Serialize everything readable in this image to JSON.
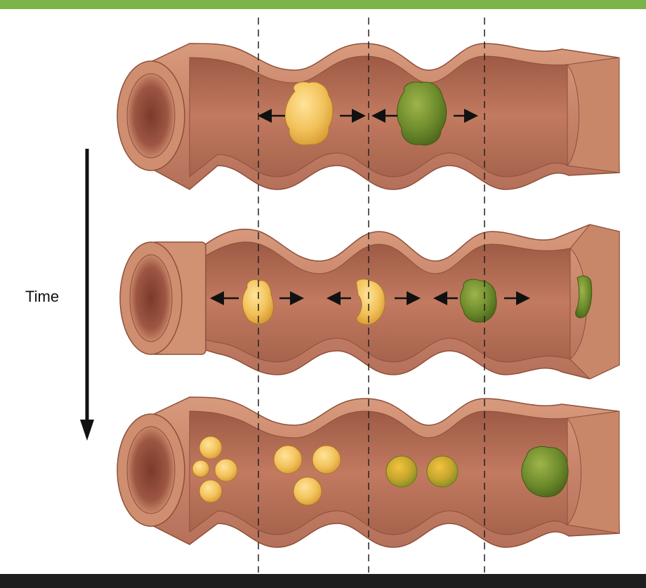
{
  "labels": {
    "time": "Time"
  },
  "colors": {
    "header_accent": "#7cb449",
    "footer": "#1e1e1e",
    "tube_wall": "#c98769",
    "tube_inner": "#b06a4f",
    "bolus_yellow": "#f1c15a",
    "bolus_green": "#6e8c2c",
    "bolus_orange_green": "#c9a632",
    "arrow": "#111111",
    "divider": "#222222"
  },
  "diagram": {
    "stages": 3,
    "dividers": 3,
    "description_of_motion": "segmentation"
  }
}
